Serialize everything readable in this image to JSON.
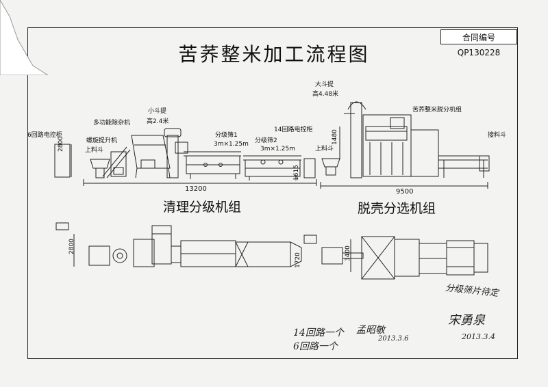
{
  "contract_no": "合同编号QP130228",
  "title": "苦荞整米加工流程图",
  "sections": {
    "left": "清理分级机组",
    "right": "脱壳分选机组"
  },
  "labels": {
    "control_6": "6回路电控柜",
    "destoner": "多功能除杂机",
    "screw_elevator": "螺旋提升机",
    "feed_hopper_left": "上料斗",
    "small_elevator": "小斗提",
    "small_elevator_height": "高2.4米",
    "grader1": "分级筛1",
    "grader1_size": "3m×1.25m",
    "grader2": "分级筛2",
    "grader2_size": "3m×1.25m",
    "control_14": "14回路电控柜",
    "big_elevator": "大斗提",
    "big_elevator_height": "高4.48米",
    "huller": "苦荞整米脱分机组",
    "feed_hopper_right": "上料斗",
    "receive_hopper": "接料斗"
  },
  "dimensions": {
    "h_2800": "2800",
    "h_1480": "1480",
    "h_1615": "1615",
    "len_13200": "13200",
    "len_9500": "9500",
    "w_2800": "2800",
    "w_3400": "3400",
    "w_1720": "1720"
  },
  "handwriting": {
    "note1": "分级筛片待定",
    "sig": "宋勇泉",
    "date": "2013.3.4",
    "line1": "14回路一个",
    "line2": "6回路一个",
    "sig2": "孟昭敏",
    "date2": "2013.3.6"
  }
}
